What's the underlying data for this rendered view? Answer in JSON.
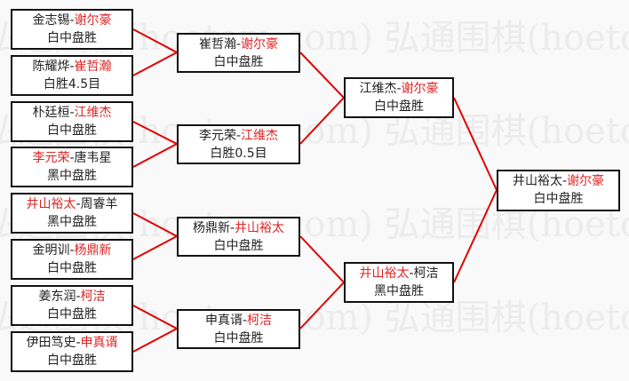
{
  "watermark": "弘通围棋(hoetom.com)",
  "separator": "-",
  "round1": [
    {
      "p1": "金志锡",
      "p2": "谢尔豪",
      "winner": 2,
      "result": "白中盘胜"
    },
    {
      "p1": "陈耀烨",
      "p2": "崔哲瀚",
      "winner": 2,
      "result": "白胜4.5目"
    },
    {
      "p1": "朴廷桓",
      "p2": "江维杰",
      "winner": 2,
      "result": "白中盘胜"
    },
    {
      "p1": "李元荣",
      "p2": "唐韦星",
      "winner": 1,
      "result": "黑中盘胜"
    },
    {
      "p1": "井山裕太",
      "p2": "周睿羊",
      "winner": 1,
      "result": "黑中盘胜"
    },
    {
      "p1": "金明训",
      "p2": "杨鼎新",
      "winner": 2,
      "result": "白中盘胜"
    },
    {
      "p1": "姜东润",
      "p2": "柯洁",
      "winner": 2,
      "result": "白中盘胜"
    },
    {
      "p1": "伊田笃史",
      "p2": "申真谞",
      "winner": 2,
      "result": "白中盘胜"
    }
  ],
  "round2": [
    {
      "p1": "崔哲瀚",
      "p2": "谢尔豪",
      "winner": 2,
      "result": "白中盘胜"
    },
    {
      "p1": "李元荣",
      "p2": "江维杰",
      "winner": 2,
      "result": "白胜0.5目"
    },
    {
      "p1": "杨鼎新",
      "p2": "井山裕太",
      "winner": 2,
      "result": "白中盘胜"
    },
    {
      "p1": "申真谞",
      "p2": "柯洁",
      "winner": 2,
      "result": "白中盘胜"
    }
  ],
  "round3": [
    {
      "p1": "江维杰",
      "p2": "谢尔豪",
      "winner": 2,
      "result": "白中盘胜"
    },
    {
      "p1": "井山裕太",
      "p2": "柯洁",
      "winner": 1,
      "result": "黑中盘胜"
    }
  ],
  "final": [
    {
      "p1": "井山裕太",
      "p2": "谢尔豪",
      "winner": 2,
      "result": "白中盘胜"
    }
  ],
  "colors": {
    "winner": "#e02424",
    "line": "#e00000"
  }
}
